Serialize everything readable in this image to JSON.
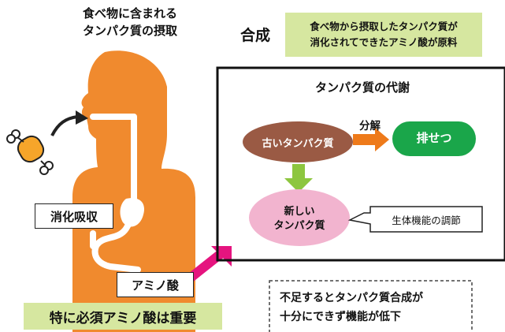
{
  "intake_title_line1": "食べ物に含まれる",
  "intake_title_line2": "タンパク質の摂取",
  "digestion_label": "消化吸収",
  "amino_acid_label": "アミノ酸",
  "essential_note": "特に必須アミノ酸は重要",
  "synthesis_label": "合成",
  "synthesis_note_line1": "食べ物から摂取したタンパク質が",
  "synthesis_note_line2": "消化されてできたアミノ酸が原料",
  "metabolism": {
    "title": "タンパク質の代謝",
    "old_protein": "古いタンパク質",
    "breakdown": "分解",
    "excretion": "排せつ",
    "new_protein_line1": "新しい",
    "new_protein_line2": "タンパク質",
    "regulation": "生体機能の調節"
  },
  "warning_line1": "不足するとタンパク質合成が",
  "warning_line2": "十分にできず機能が低下",
  "colors": {
    "body": "#f08a2e",
    "tract": "#ffffff",
    "food": "#f6a52a",
    "old_protein": "#9a5a44",
    "excretion": "#1aa64a",
    "new_protein": "#f2b4cf",
    "arrow_orange": "#ee7a1a",
    "arrow_green": "#8dc63f",
    "arrow_pink": "#e5147f",
    "banner": "#d6e7a0"
  },
  "icons": {
    "food": "meat-icon",
    "intake_arrow": "curved-arrow-icon"
  }
}
